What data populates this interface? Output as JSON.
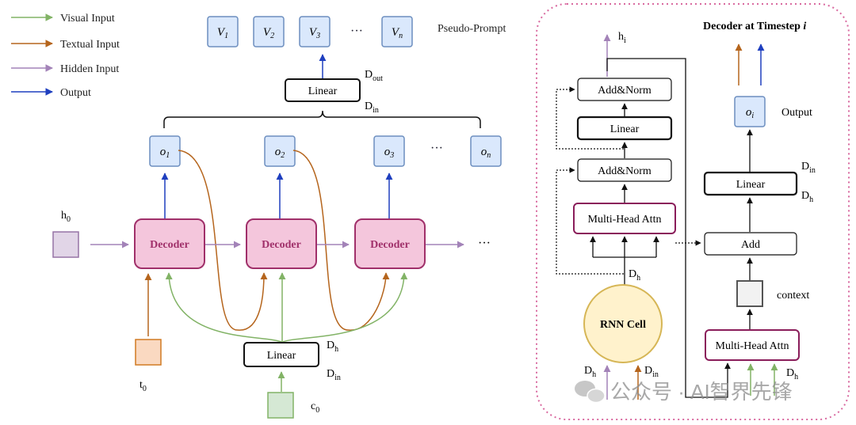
{
  "legend": {
    "visual": "Visual Input",
    "textual": "Textual Input",
    "hidden": "Hidden Input",
    "output": "Output"
  },
  "colors": {
    "visual": "#82b366",
    "textual": "#b5651d",
    "hidden": "#a383b8",
    "output": "#1f3fbf",
    "decoder_fill": "#f4c6dc",
    "decoder_stroke": "#a0306a",
    "token_fill": "#dae8fc",
    "token_stroke": "#6c8ebf",
    "rnn_fill": "#fff2cc",
    "rnn_stroke": "#d6b656",
    "dotted_border": "#d96aa0"
  },
  "left": {
    "pseudo_prompt_label": "Pseudo-Prompt",
    "v_tokens": [
      {
        "base": "V",
        "sub": "1"
      },
      {
        "base": "V",
        "sub": "2"
      },
      {
        "base": "V",
        "sub": "3"
      },
      {
        "base": "V",
        "sub": "n"
      }
    ],
    "v_ellipsis": "···",
    "top_linear": "Linear",
    "d_out": {
      "base": "D",
      "sub": "out"
    },
    "d_in_top": {
      "base": "D",
      "sub": "in"
    },
    "o_tokens": [
      {
        "base": "o",
        "sub": "1"
      },
      {
        "base": "o",
        "sub": "2"
      },
      {
        "base": "o",
        "sub": "3"
      },
      {
        "base": "o",
        "sub": "n"
      }
    ],
    "o_ellipsis": "···",
    "decoder_label": "Decoder",
    "decoder_ellipsis": "···",
    "h0": {
      "base": "h",
      "sub": "0"
    },
    "t0": {
      "base": "t",
      "sub": "0"
    },
    "c0": {
      "base": "c",
      "sub": "0"
    },
    "bottom_linear": "Linear",
    "d_h_bottom": {
      "base": "D",
      "sub": "h"
    },
    "d_in_bottom": {
      "base": "D",
      "sub": "in"
    }
  },
  "right": {
    "title": "Decoder at Timestep ",
    "title_i": "i",
    "h_i": {
      "base": "h",
      "sub": "i"
    },
    "add_norm_top": "Add&Norm",
    "linear_mid": "Linear",
    "add_norm_bottom": "Add&Norm",
    "mha_top": "Multi-Head Attn",
    "d_h_rnn": {
      "base": "D",
      "sub": "h"
    },
    "rnn_cell": "RNN Cell",
    "d_h_input": {
      "base": "D",
      "sub": "h"
    },
    "d_in_input": {
      "base": "D",
      "sub": "in"
    },
    "o_i": {
      "base": "o",
      "sub": "i"
    },
    "output_label": "Output",
    "d_in_linear": {
      "base": "D",
      "sub": "in"
    },
    "linear_right": "Linear",
    "d_h_linear": {
      "base": "D",
      "sub": "h"
    },
    "add": "Add",
    "context_label": "context",
    "mha_bottom": "Multi-Head Attn",
    "d_h_mha": {
      "base": "D",
      "sub": "h"
    }
  },
  "watermark": "公众号 · AI智界先锋"
}
